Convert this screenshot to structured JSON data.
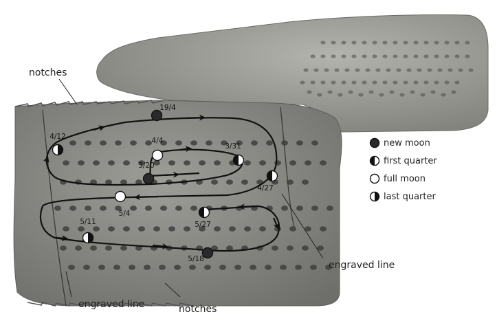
{
  "labels": {
    "notches_top": "notches",
    "notches_bottom": "notches",
    "engraved_line_left": "engraved line",
    "engraved_line_right": "engraved line"
  },
  "legend": [
    {
      "phase": "new",
      "label": "new moon"
    },
    {
      "phase": "first",
      "label": "first quarter"
    },
    {
      "phase": "full",
      "label": "full moon"
    },
    {
      "phase": "last",
      "label": "last quarter"
    }
  ],
  "markers": [
    {
      "date": "19/4",
      "phase": "new"
    },
    {
      "date": "4/12",
      "phase": "last"
    },
    {
      "date": "4/4",
      "phase": "full"
    },
    {
      "date": "3/31",
      "phase": "first"
    },
    {
      "date": "3/20",
      "phase": "new"
    },
    {
      "date": "4/27",
      "phase": "first"
    },
    {
      "date": "5/4",
      "phase": "full"
    },
    {
      "date": "5/27",
      "phase": "first"
    },
    {
      "date": "5/11",
      "phase": "last"
    },
    {
      "date": "5/18",
      "phase": "new"
    }
  ],
  "colors": {
    "ink": "#111111",
    "bone_front": "#8a8a86",
    "bone_back": "#a2a29d",
    "background": "#ffffff"
  }
}
